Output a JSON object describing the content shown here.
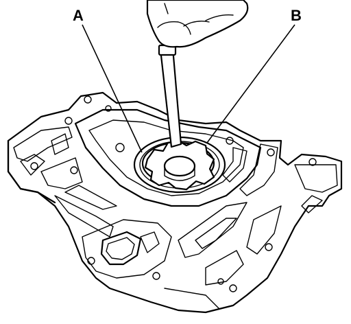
{
  "figure": {
    "callouts": [
      {
        "id": "A",
        "label": "A"
      },
      {
        "id": "B",
        "label": "B"
      }
    ],
    "icons": [
      "oil-pump-housing-illustration",
      "feeler-gauge-tool",
      "hand-icon",
      "inner-rotor",
      "outer-rotor"
    ]
  }
}
